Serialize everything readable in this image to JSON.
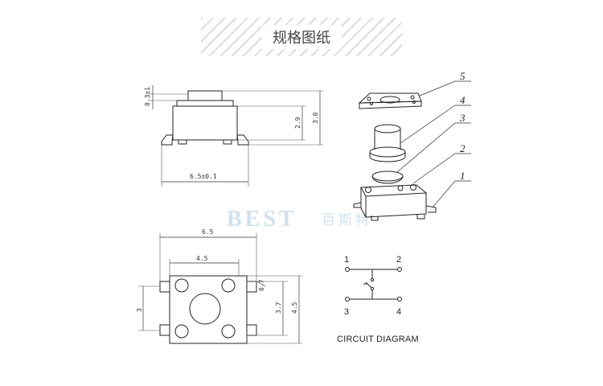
{
  "header": {
    "title": "规格图纸"
  },
  "watermark": {
    "brand": "BEST",
    "cn": "百斯特"
  },
  "side_view": {
    "dim_top_offset": "0.3±1",
    "dim_body_height": "2.9",
    "dim_total_height": "3.8",
    "dim_width": "6.5±0.1"
  },
  "top_view": {
    "dim_outer_width": "6.5",
    "dim_inner_width": "4.5",
    "dim_pin_pitch": "3",
    "dim_inner_height": "3.7",
    "dim_outer_height": "4.5",
    "dim_small": "0.7"
  },
  "exploded_view": {
    "labels": [
      "5",
      "4",
      "3",
      "2",
      "1"
    ]
  },
  "circuit": {
    "pins": [
      "1",
      "2",
      "3",
      "4"
    ],
    "caption": "CIRCUIT DIAGRAM"
  }
}
